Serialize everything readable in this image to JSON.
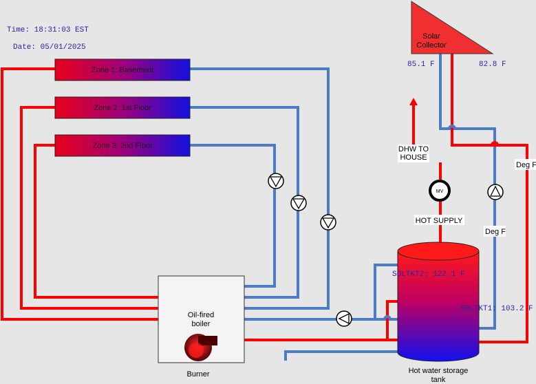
{
  "header": {
    "time": "Time: 18:31:03 EST",
    "date": "Date: 05/01/2025"
  },
  "zones": [
    {
      "label": "Zone 1: Basement"
    },
    {
      "label": "Zone 2: 1st Floor"
    },
    {
      "label": "Zone 3: 2nd Floor"
    }
  ],
  "solar": {
    "label_line1": "Solar",
    "label_line2": "Collector",
    "temp_left": "85.1 F",
    "temp_right": "82.8 F"
  },
  "dhw": {
    "line1": "DHW TO",
    "line2": "HOUSE"
  },
  "mixing_valve": "MV",
  "hot_supply": "HOT SUPPLY",
  "deg_right": "Deg F",
  "deg_mid": "Deg F",
  "tank": {
    "sensor_top": "SOLTKT2: 122.1 F",
    "sensor_mid": "SOLTKT1: 103.2 F",
    "label_line1": "Hot water storage",
    "label_line2": "tank"
  },
  "boiler": {
    "line1": "Oil-fired",
    "line2": "boiler"
  },
  "burner": "Burner",
  "colors": {
    "hot": "#ff0000",
    "cold": "#4a7bc8",
    "zone_left": "#e8001a",
    "zone_right": "#1010e0"
  }
}
